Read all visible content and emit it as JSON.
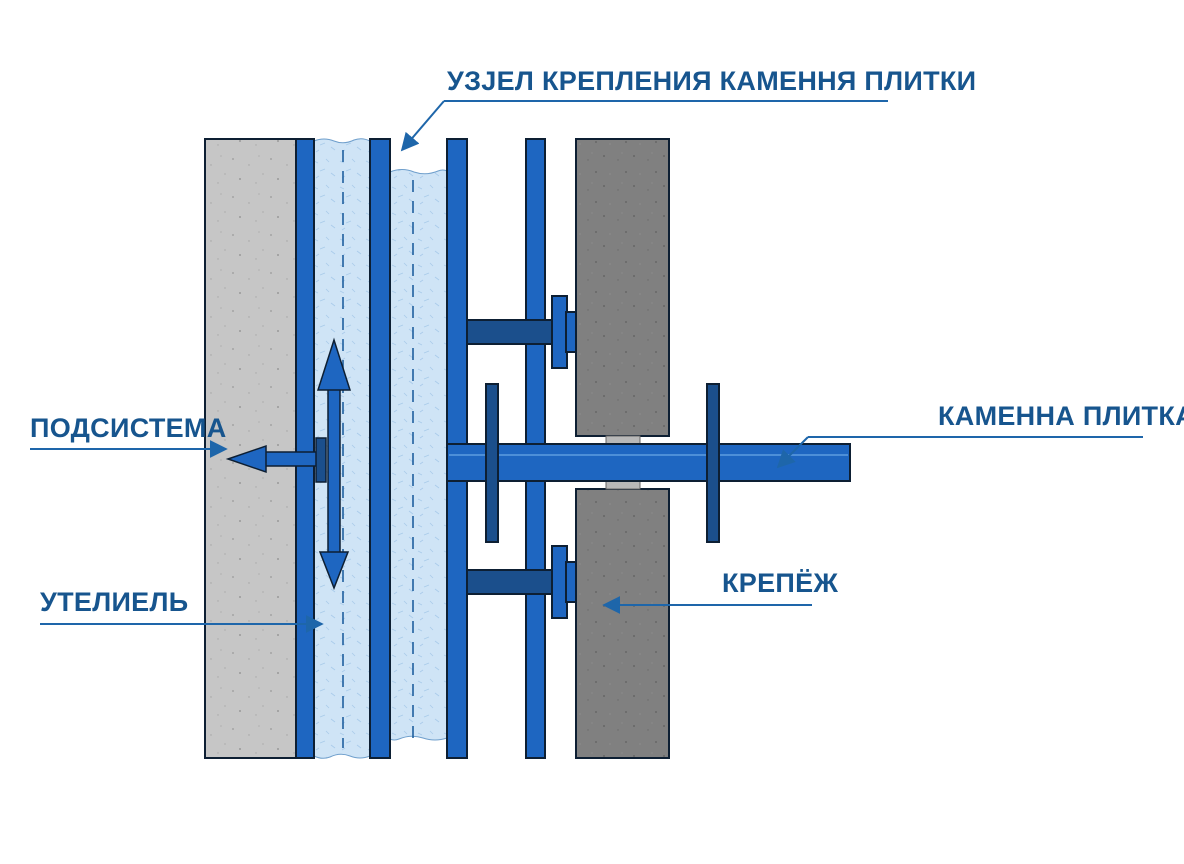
{
  "labels": {
    "title": "УЗЈЕЛ КРЕПЛЕНИЯ КАМЕННЯ ПЛИТКИ",
    "subsystem": "ПОДСИСТЕМА",
    "insulation": "УТЕЛИЕЛЬ",
    "stone_tile": "КАМЕННА ПЛИТКА",
    "fastener": "КРЕПЁЖ"
  },
  "colors": {
    "wall": "#c8c8c8",
    "stone": "#7f7f7f",
    "profile": "#1e66c1",
    "profile_dark": "#1b4f8c",
    "insulation": "#cfe4f6",
    "label": "#17558e",
    "leader": "#1e66aa"
  }
}
